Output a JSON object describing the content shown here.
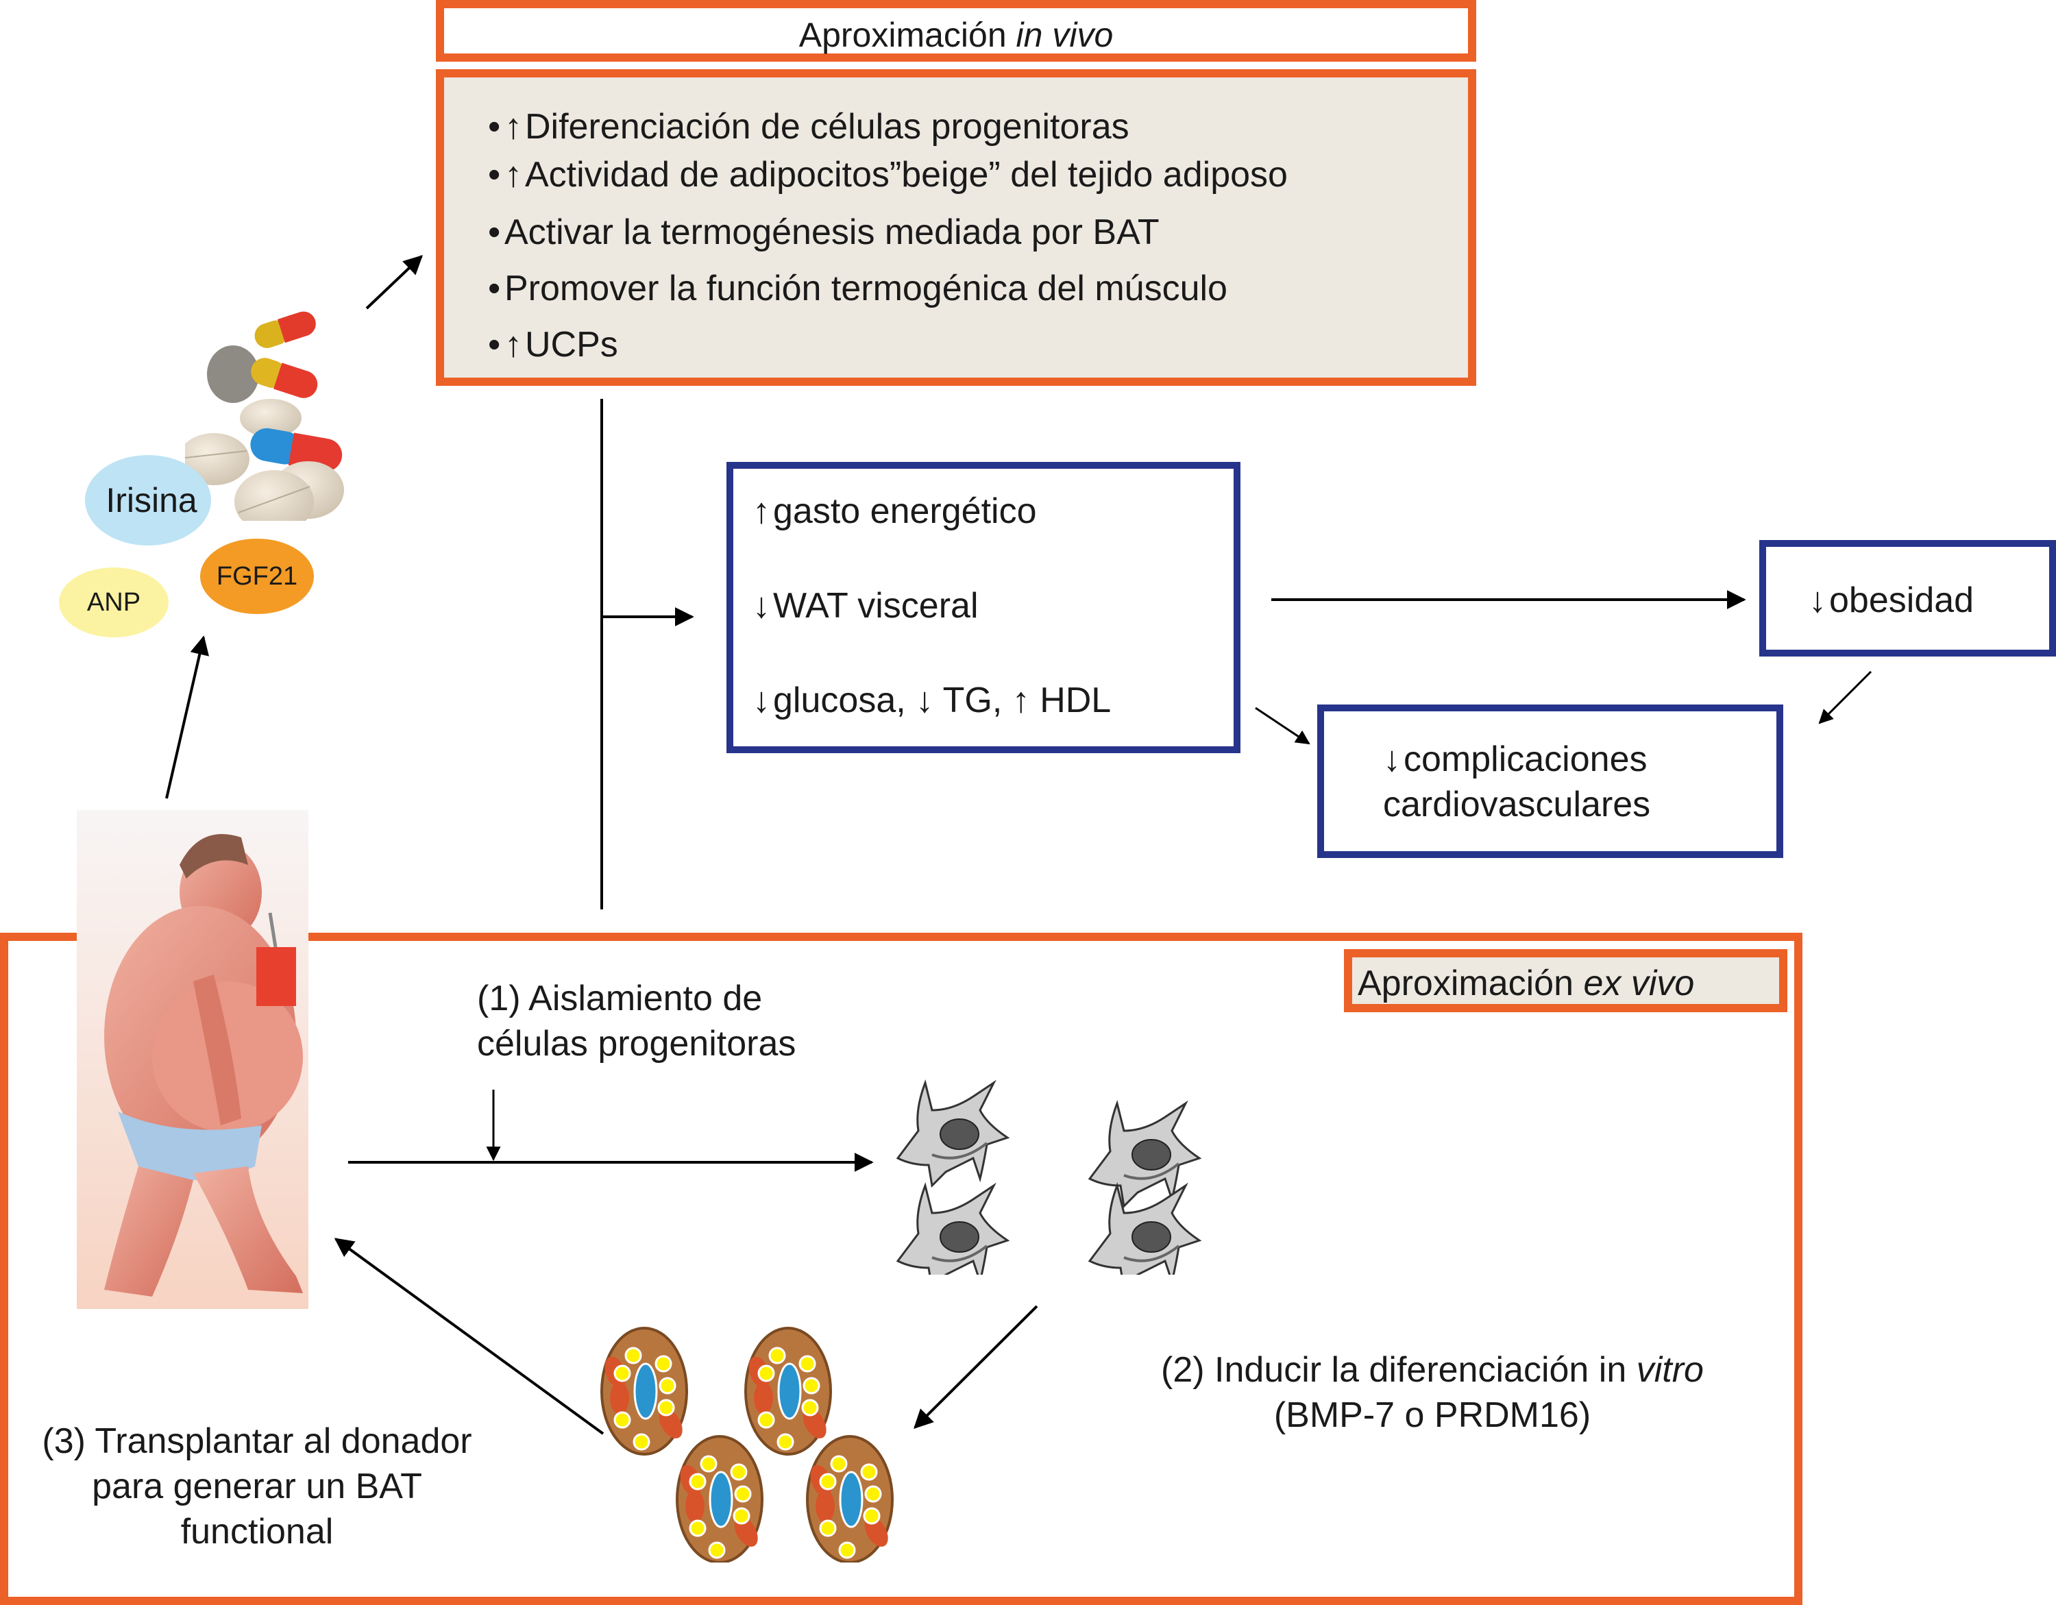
{
  "in_vivo": {
    "title_prefix": "Aproximación ",
    "title_italic": "in vivo",
    "bullets": [
      {
        "bullet": "•",
        "arrow": "↑",
        "text": "Diferenciación de células progenitoras"
      },
      {
        "bullet": "•",
        "arrow": "↑",
        "text": "Actividad de adipocitos”beige” del tejido adiposo"
      },
      {
        "bullet": "•",
        "arrow": "",
        "text": "Activar la termogénesis mediada por BAT"
      },
      {
        "bullet": "•",
        "arrow": "",
        "text": "Promover la función termogénica del músculo"
      },
      {
        "bullet": "•",
        "arrow": "↑",
        "text": "UCPs"
      }
    ]
  },
  "molecules": {
    "irisina": {
      "label": "Irisina",
      "color": "#bde3f5"
    },
    "fgf21": {
      "label": "FGF21",
      "color": "#f39b25"
    },
    "anp": {
      "label": "ANP",
      "color": "#fbf3a2"
    }
  },
  "effects_box": {
    "lines": [
      {
        "arrow": "↑",
        "text": "gasto energético"
      },
      {
        "arrow": "↓",
        "text": "WAT visceral"
      },
      {
        "arrow": "↓",
        "text": "glucosa, ↓ TG, ↑ HDL"
      }
    ]
  },
  "obesity_box": {
    "arrow": "↓",
    "text": "obesidad"
  },
  "cardio_box": {
    "arrow": "↓",
    "line1": "complicaciones",
    "line2": "cardiovasculares"
  },
  "ex_vivo": {
    "title_prefix": "Aproximación ",
    "title_italic": "ex vivo",
    "step1": {
      "line1": "(1) Aislamiento de",
      "line2": "células progenitoras"
    },
    "step2": {
      "line1_prefix": "(2) Inducir la diferenciación in ",
      "line1_italic": "vitro",
      "line2": "(BMP-7 o PRDM16)"
    },
    "step3": {
      "line1": "(3) Transplantar al donador",
      "line2": "para generar un BAT",
      "line3": "functional"
    }
  },
  "colors": {
    "orange": "#ec6127",
    "navy": "#27348b",
    "beige_fill": "#ede8e0",
    "brown_cell": "#b8763f",
    "nucleus_blue": "#2a94cf",
    "lipid_yellow": "#fff200"
  },
  "icons": {
    "pills": "pills-illustration",
    "obese_man": "obese-man-illustration",
    "progenitor_cells": "progenitor-cell-icon",
    "brown_adipocytes": "brown-adipocyte-icon"
  }
}
